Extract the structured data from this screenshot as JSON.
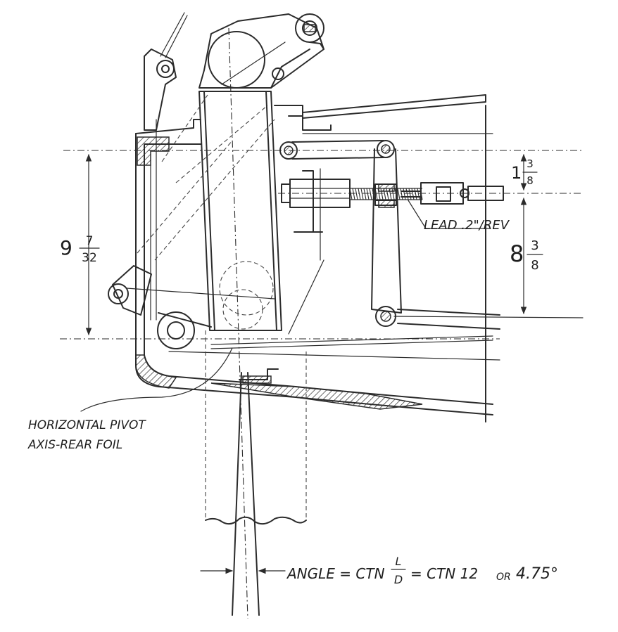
{
  "dimensions": {
    "left_whole": "9",
    "left_num": "7",
    "left_den": "32",
    "top_whole": "1",
    "top_num": "3",
    "top_den": "8",
    "right_whole": "8",
    "right_num": "3",
    "right_den": "8"
  },
  "labels": {
    "lead": "LEAD .2\"/REV",
    "pivot_line1": "HORIZONTAL PIVOT",
    "pivot_line2": "AXIS-REAR FOIL"
  },
  "formula": {
    "prefix": "ANGLE = CTN",
    "frac_num": "L",
    "frac_den": "D",
    "suffix": "= CTN 12",
    "or_word": "OR",
    "result": "4.75°"
  }
}
